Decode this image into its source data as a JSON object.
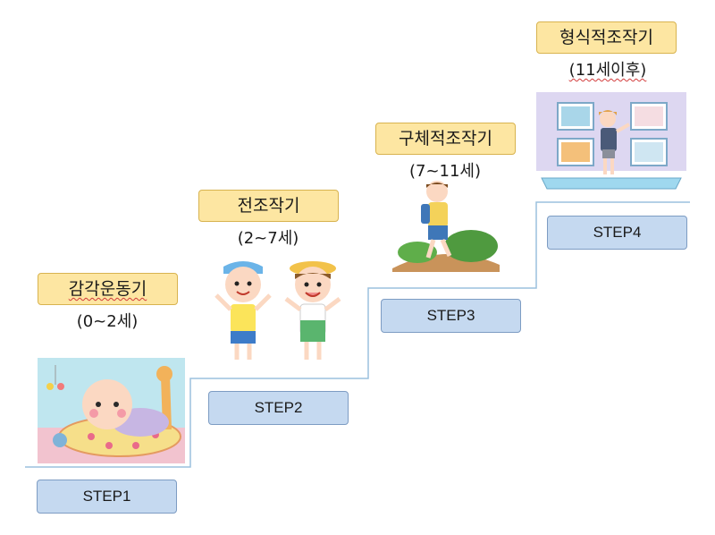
{
  "stages": [
    {
      "label": "감각운동기",
      "age": "(0~2세)",
      "step": "STEP1",
      "illustration": "crawling-baby-illustration"
    },
    {
      "label": "전조작기",
      "age": "(2~7세)",
      "step": "STEP2",
      "illustration": "two-children-illustration"
    },
    {
      "label": "구체적조작기",
      "age": "(7~11세)",
      "step": "STEP3",
      "illustration": "walking-child-illustration"
    },
    {
      "label": "형식적조작기",
      "age": "(11세이후)",
      "step": "STEP4",
      "illustration": "teacher-presentation-illustration"
    }
  ],
  "colors": {
    "label_fill": "#fde6a2",
    "label_border": "#d8b34f",
    "step_fill": "#c5d9f0",
    "step_border": "#7d9cc3",
    "stair_line": "#9cc1dd"
  }
}
